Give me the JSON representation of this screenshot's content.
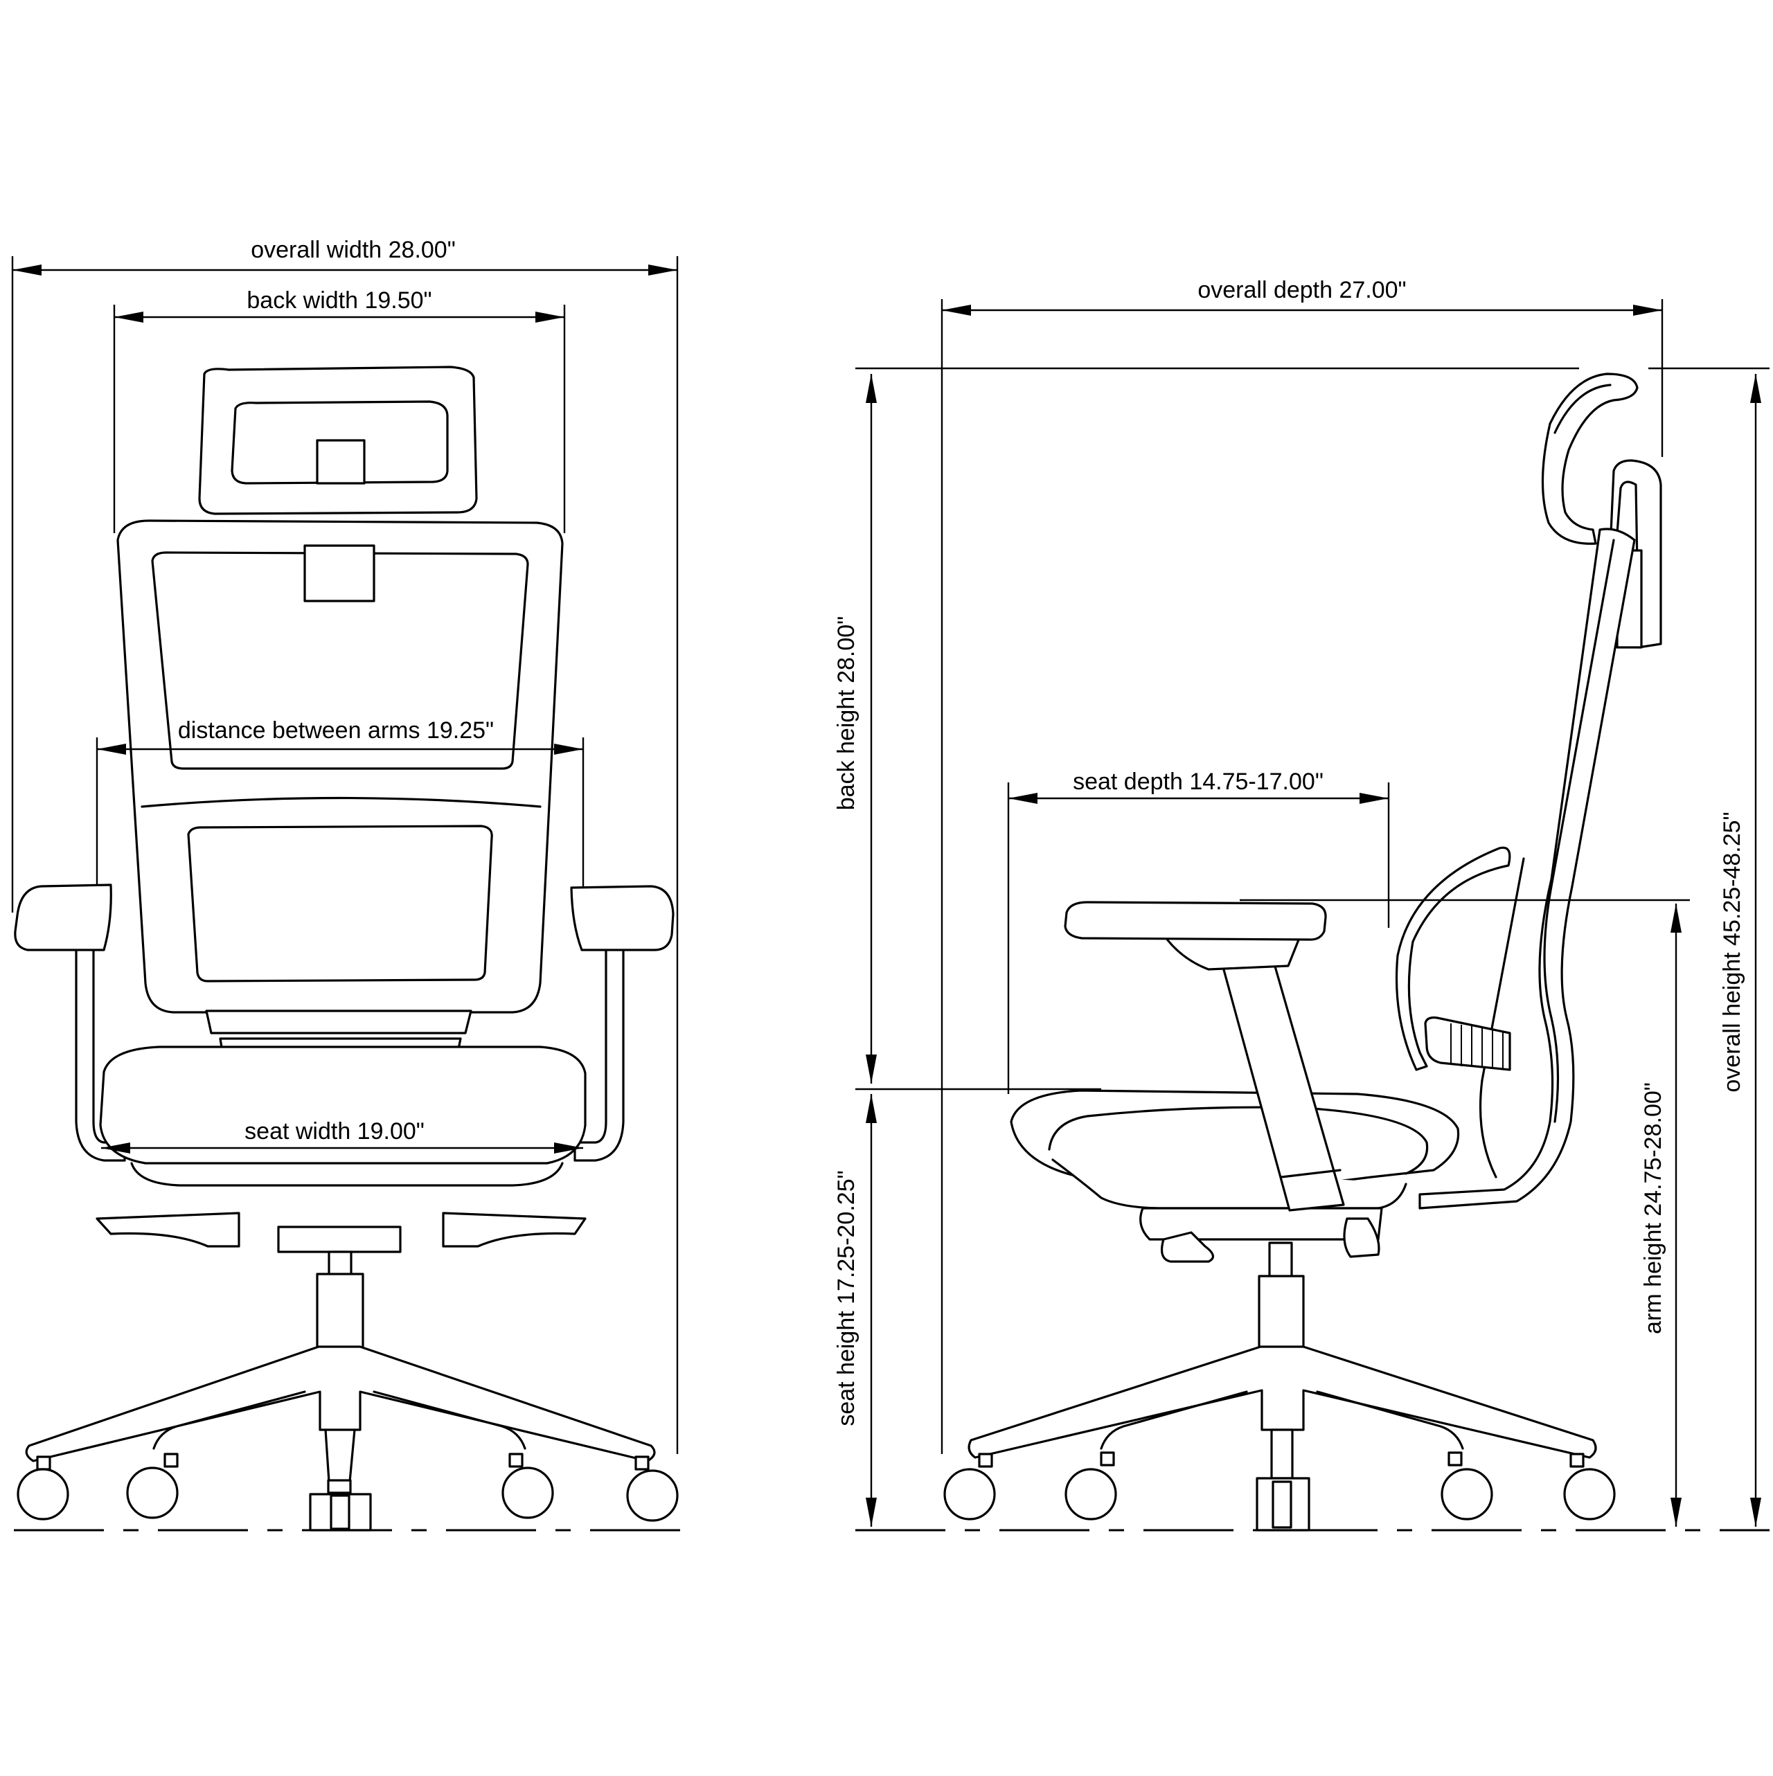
{
  "dimensions": {
    "overall_width": "overall width 28.00\"",
    "back_width": "back width 19.50\"",
    "distance_between_arms": "distance between arms 19.25\"",
    "seat_width": "seat width 19.00\"",
    "overall_depth": "overall depth 27.00\"",
    "seat_depth": "seat depth 14.75-17.00\"",
    "back_height": "back height 28.00\"",
    "seat_height": "seat height 17.25-20.25\"",
    "arm_height": "arm height 24.75-28.00\"",
    "overall_height": "overall height 45.25-48.25\""
  },
  "colors": {
    "line": "#000000",
    "background": "#ffffff"
  }
}
